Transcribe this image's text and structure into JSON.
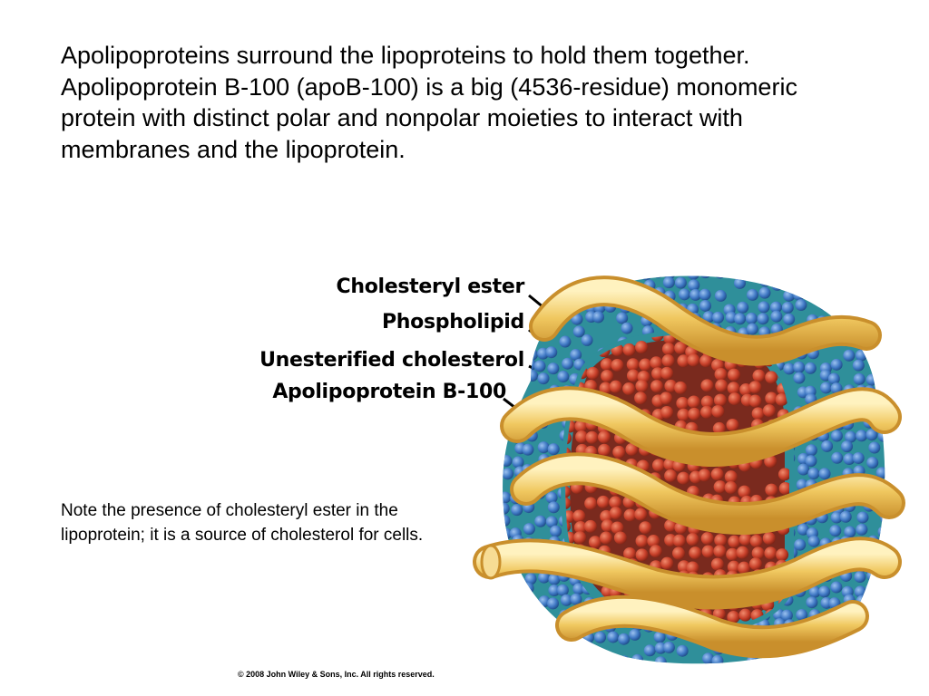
{
  "intro_text": "Apolipoproteins surround the lipoproteins to hold them together. Apolipoprotein B-100 (apoB-100) is a big (4536-residue) monomeric protein with distinct polar and nonpolar moieties to interact with membranes and the lipoprotein.",
  "note_text": "Note the presence of cholesteryl ester in the lipoprotein; it is a source of cholesterol for cells.",
  "labels": {
    "cholesteryl_ester": "Cholesteryl ester",
    "phospholipid": "Phospholipid",
    "unesterified_cholesterol": "Unesterified cholesterol",
    "apolipoprotein": "Apolipoprotein B-100"
  },
  "copyright": "© 2008 John Wiley & Sons, Inc. All rights reserved.",
  "colors": {
    "core_red": "#c8402a",
    "shell_blue": "#3f78c4",
    "membrane_teal": "#2f8f9a",
    "band_yellow": "#f0c860",
    "band_outline": "#c98f2c"
  }
}
